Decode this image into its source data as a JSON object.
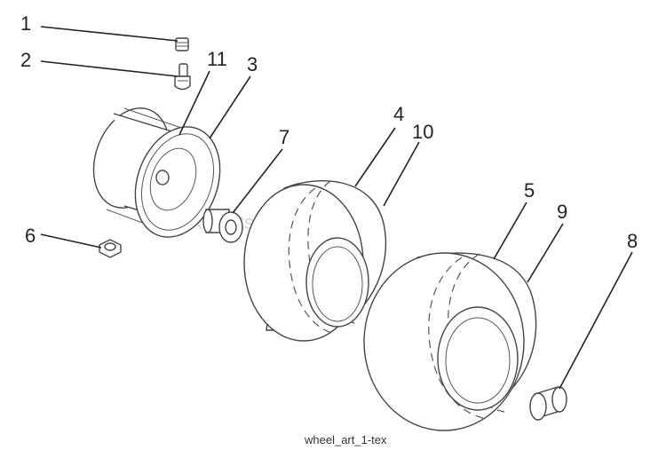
{
  "callouts": [
    {
      "label": "1",
      "part": "valve-cap"
    },
    {
      "label": "2",
      "part": "valve-stem"
    },
    {
      "label": "11",
      "part": "rim-inner"
    },
    {
      "label": "3",
      "part": "rim"
    },
    {
      "label": "7",
      "part": "bushing-flange"
    },
    {
      "label": "4",
      "part": "front-tire"
    },
    {
      "label": "10",
      "part": "front-tire-tread"
    },
    {
      "label": "6",
      "part": "bolt"
    },
    {
      "label": "5",
      "part": "rear-tire"
    },
    {
      "label": "9",
      "part": "rear-tire-tread"
    },
    {
      "label": "8",
      "part": "hub-cap"
    }
  ],
  "caption": "wheel_art_1-tex",
  "watermark": "ARIPartsPlus.com"
}
